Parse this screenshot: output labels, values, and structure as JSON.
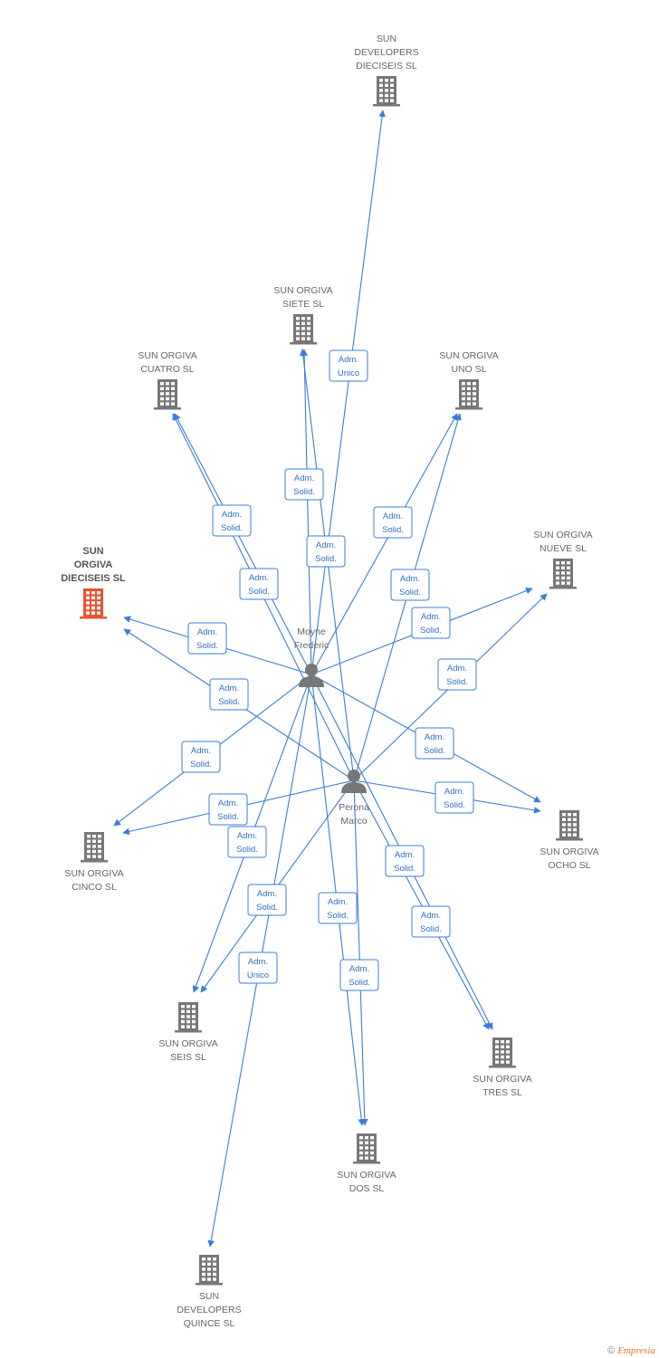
{
  "colors": {
    "edge": "#3b7dd8",
    "company": "#777777",
    "highlight": "#e8542f",
    "person": "#777777"
  },
  "nodes": [
    {
      "id": "p1",
      "kind": "person",
      "label": [
        "Moyne",
        "Frederic"
      ]
    },
    {
      "id": "p2",
      "kind": "person",
      "label": [
        "Perona",
        "Marco"
      ]
    },
    {
      "id": "c_dev16",
      "kind": "company",
      "label": [
        "SUN",
        "DEVELOPERS",
        "DIECISEIS SL"
      ]
    },
    {
      "id": "c_siete",
      "kind": "company",
      "label": [
        "SUN ORGIVA",
        "SIETE SL"
      ]
    },
    {
      "id": "c_cuatro",
      "kind": "company",
      "label": [
        "SUN ORGIVA",
        "CUATRO SL"
      ]
    },
    {
      "id": "c_uno",
      "kind": "company",
      "label": [
        "SUN ORGIVA",
        "UNO SL"
      ]
    },
    {
      "id": "c_nueve",
      "kind": "company",
      "label": [
        "SUN ORGIVA",
        "NUEVE SL"
      ]
    },
    {
      "id": "c_16",
      "kind": "company",
      "highlight": true,
      "label": [
        "SUN",
        "ORGIVA",
        "DIECISEIS SL"
      ]
    },
    {
      "id": "c_ocho",
      "kind": "company",
      "label": [
        "SUN ORGIVA",
        "OCHO SL"
      ]
    },
    {
      "id": "c_cinco",
      "kind": "company",
      "label": [
        "SUN ORGIVA",
        "CINCO SL"
      ]
    },
    {
      "id": "c_seis",
      "kind": "company",
      "label": [
        "SUN ORGIVA",
        "SEIS SL"
      ]
    },
    {
      "id": "c_tres",
      "kind": "company",
      "label": [
        "SUN ORGIVA",
        "TRES SL"
      ]
    },
    {
      "id": "c_dos",
      "kind": "company",
      "label": [
        "SUN ORGIVA",
        "DOS SL"
      ]
    },
    {
      "id": "c_dev15",
      "kind": "company",
      "label": [
        "SUN",
        "DEVELOPERS",
        "QUINCE SL"
      ]
    }
  ],
  "edges": [
    {
      "from": "p1",
      "to": "c_dev16",
      "label": [
        "Adm.",
        "Unico"
      ]
    },
    {
      "from": "p1",
      "to": "c_siete",
      "label": [
        "Adm.",
        "Solid."
      ]
    },
    {
      "from": "p2",
      "to": "c_siete",
      "label": [
        "Adm.",
        "Solid."
      ]
    },
    {
      "from": "p1",
      "to": "c_cuatro",
      "label": [
        "Adm.",
        "Solid."
      ]
    },
    {
      "from": "p2",
      "to": "c_cuatro",
      "label": [
        "Adm.",
        "Solid."
      ]
    },
    {
      "from": "p1",
      "to": "c_uno",
      "label": [
        "Adm.",
        "Solid."
      ]
    },
    {
      "from": "p2",
      "to": "c_uno",
      "label": [
        "Adm.",
        "Solid."
      ]
    },
    {
      "from": "p1",
      "to": "c_nueve",
      "label": [
        "Adm.",
        "Solid."
      ]
    },
    {
      "from": "p2",
      "to": "c_nueve",
      "label": [
        "Adm.",
        "Solid."
      ]
    },
    {
      "from": "p1",
      "to": "c_16",
      "label": [
        "Adm.",
        "Solid."
      ]
    },
    {
      "from": "p2",
      "to": "c_16",
      "label": [
        "Adm.",
        "Solid."
      ]
    },
    {
      "from": "p1",
      "to": "c_ocho",
      "label": [
        "Adm.",
        "Solid."
      ]
    },
    {
      "from": "p2",
      "to": "c_ocho",
      "label": [
        "Adm.",
        "Solid."
      ]
    },
    {
      "from": "p1",
      "to": "c_cinco",
      "label": [
        "Adm.",
        "Solid."
      ]
    },
    {
      "from": "p2",
      "to": "c_cinco",
      "label": [
        "Adm.",
        "Solid."
      ]
    },
    {
      "from": "p1",
      "to": "c_seis",
      "label": [
        "Adm.",
        "Solid."
      ]
    },
    {
      "from": "p2",
      "to": "c_seis",
      "label": [
        "Adm.",
        "Solid."
      ]
    },
    {
      "from": "p1",
      "to": "c_tres",
      "label": [
        "Adm.",
        "Solid."
      ]
    },
    {
      "from": "p2",
      "to": "c_tres",
      "label": [
        "Adm.",
        "Solid."
      ]
    },
    {
      "from": "p1",
      "to": "c_dos",
      "label": [
        "Adm.",
        "Solid."
      ]
    },
    {
      "from": "p2",
      "to": "c_dos",
      "label": [
        "Adm.",
        "Solid."
      ]
    },
    {
      "from": "p1",
      "to": "c_dev15",
      "label": [
        "Adm.",
        "Unico"
      ]
    }
  ],
  "credit": {
    "symbol": "©",
    "brand": "Empresia"
  }
}
